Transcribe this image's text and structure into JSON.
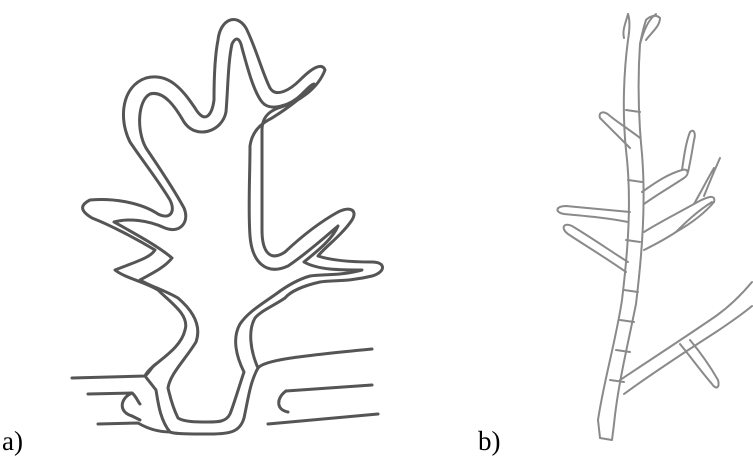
{
  "panels": [
    {
      "label": "a)",
      "subject": "branched-outgrowth-on-layered-base"
    },
    {
      "label": "b)",
      "subject": "branched-filament"
    }
  ],
  "colors": {
    "outline_a": "#555555",
    "outline_b": "#8a8a8a",
    "background": "#ffffff"
  }
}
